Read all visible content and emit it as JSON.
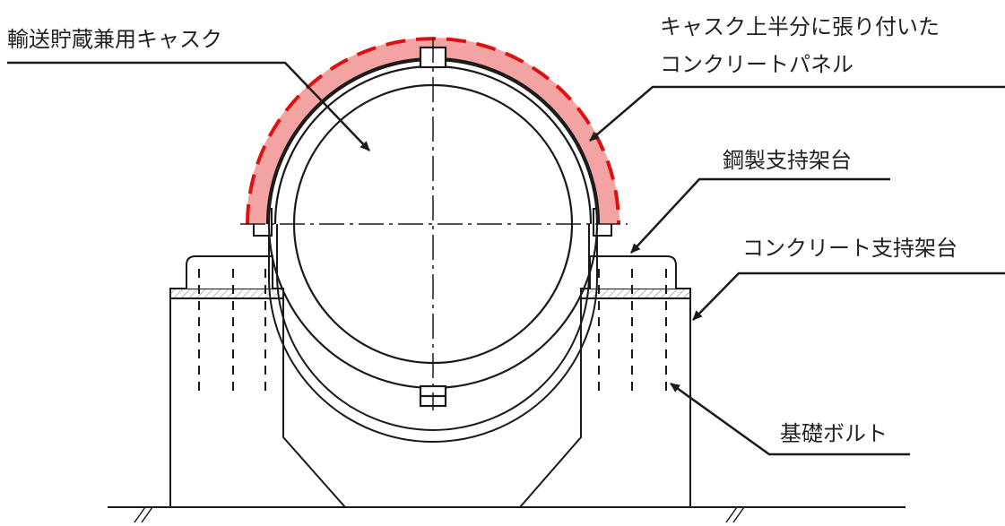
{
  "labels": {
    "cask": "輸送貯蔵兼用キャスク",
    "panel_line1": "キャスク上半分に張り付いた",
    "panel_line2": "コンクリートパネル",
    "steel_support": "鋼製支持架台",
    "concrete_support": "コンクリート支持架台",
    "anchor_bolt": "基礎ボルト"
  },
  "colors": {
    "line": "#1a1a1a",
    "panel_fill": "#f4a3a3",
    "panel_dash": "#e01010",
    "background": "#ffffff"
  }
}
